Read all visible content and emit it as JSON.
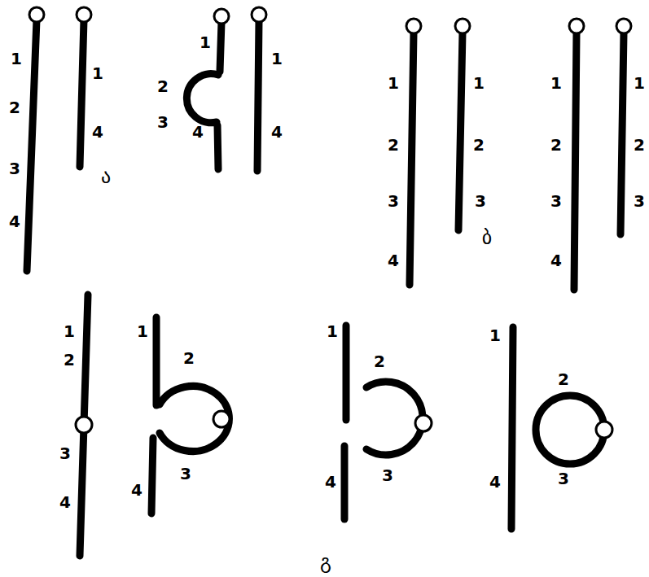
{
  "diagram": {
    "labels": [
      "1",
      "2",
      "3",
      "4",
      "1",
      "4",
      "ა",
      "1",
      "2",
      "3",
      "4",
      "1",
      "4",
      "1",
      "2",
      "3",
      "4",
      "1",
      "2",
      "3",
      "ბ",
      "1",
      "2",
      "3",
      "4",
      "1",
      "2",
      "3",
      "1",
      "2",
      "3",
      "4",
      "1",
      "2",
      "3",
      "4",
      "1",
      "2",
      "3",
      "4",
      "1",
      "2",
      "3",
      "4",
      "გ"
    ]
  }
}
